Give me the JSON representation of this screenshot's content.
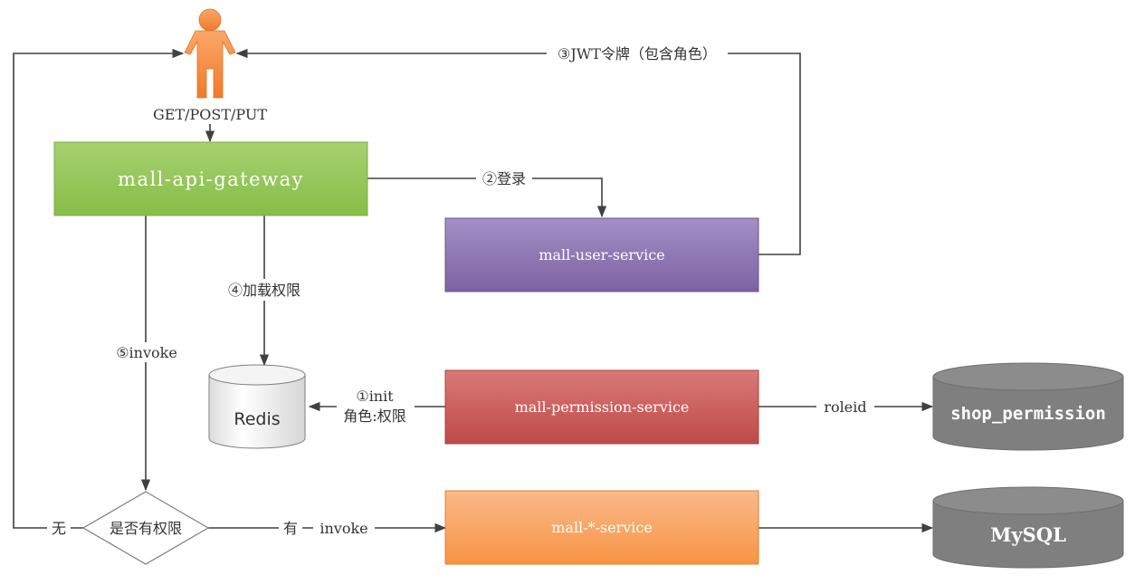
{
  "actor": {
    "icon": "person-icon"
  },
  "nodes": {
    "gateway": {
      "label": "mall-api-gateway",
      "color": "#8cc34f"
    },
    "user_service": {
      "label": "mall-user-service",
      "color": "#8468a8"
    },
    "permission_service": {
      "label": "mall-permission-service",
      "color": "#c0504d"
    },
    "star_service": {
      "label": "mall-*-service",
      "color": "#f79646"
    },
    "redis": {
      "label": "Redis"
    },
    "shop_permission": {
      "label": "shop_permission",
      "color": "#7f7f7f"
    },
    "mysql": {
      "label": "MySQL",
      "color": "#7f7f7f"
    },
    "decision": {
      "label": "是否有权限"
    }
  },
  "edges": {
    "http_methods": "GET/POST/PUT",
    "login": "②登录",
    "jwt": "③JWT令牌（包含角色）",
    "load_perm": "④加载权限",
    "invoke_step": "⑤invoke",
    "init_line1": "①init",
    "init_line2": "角色:权限",
    "roleid": "roleid",
    "no": "无",
    "yes": "有",
    "invoke": "invoke"
  }
}
